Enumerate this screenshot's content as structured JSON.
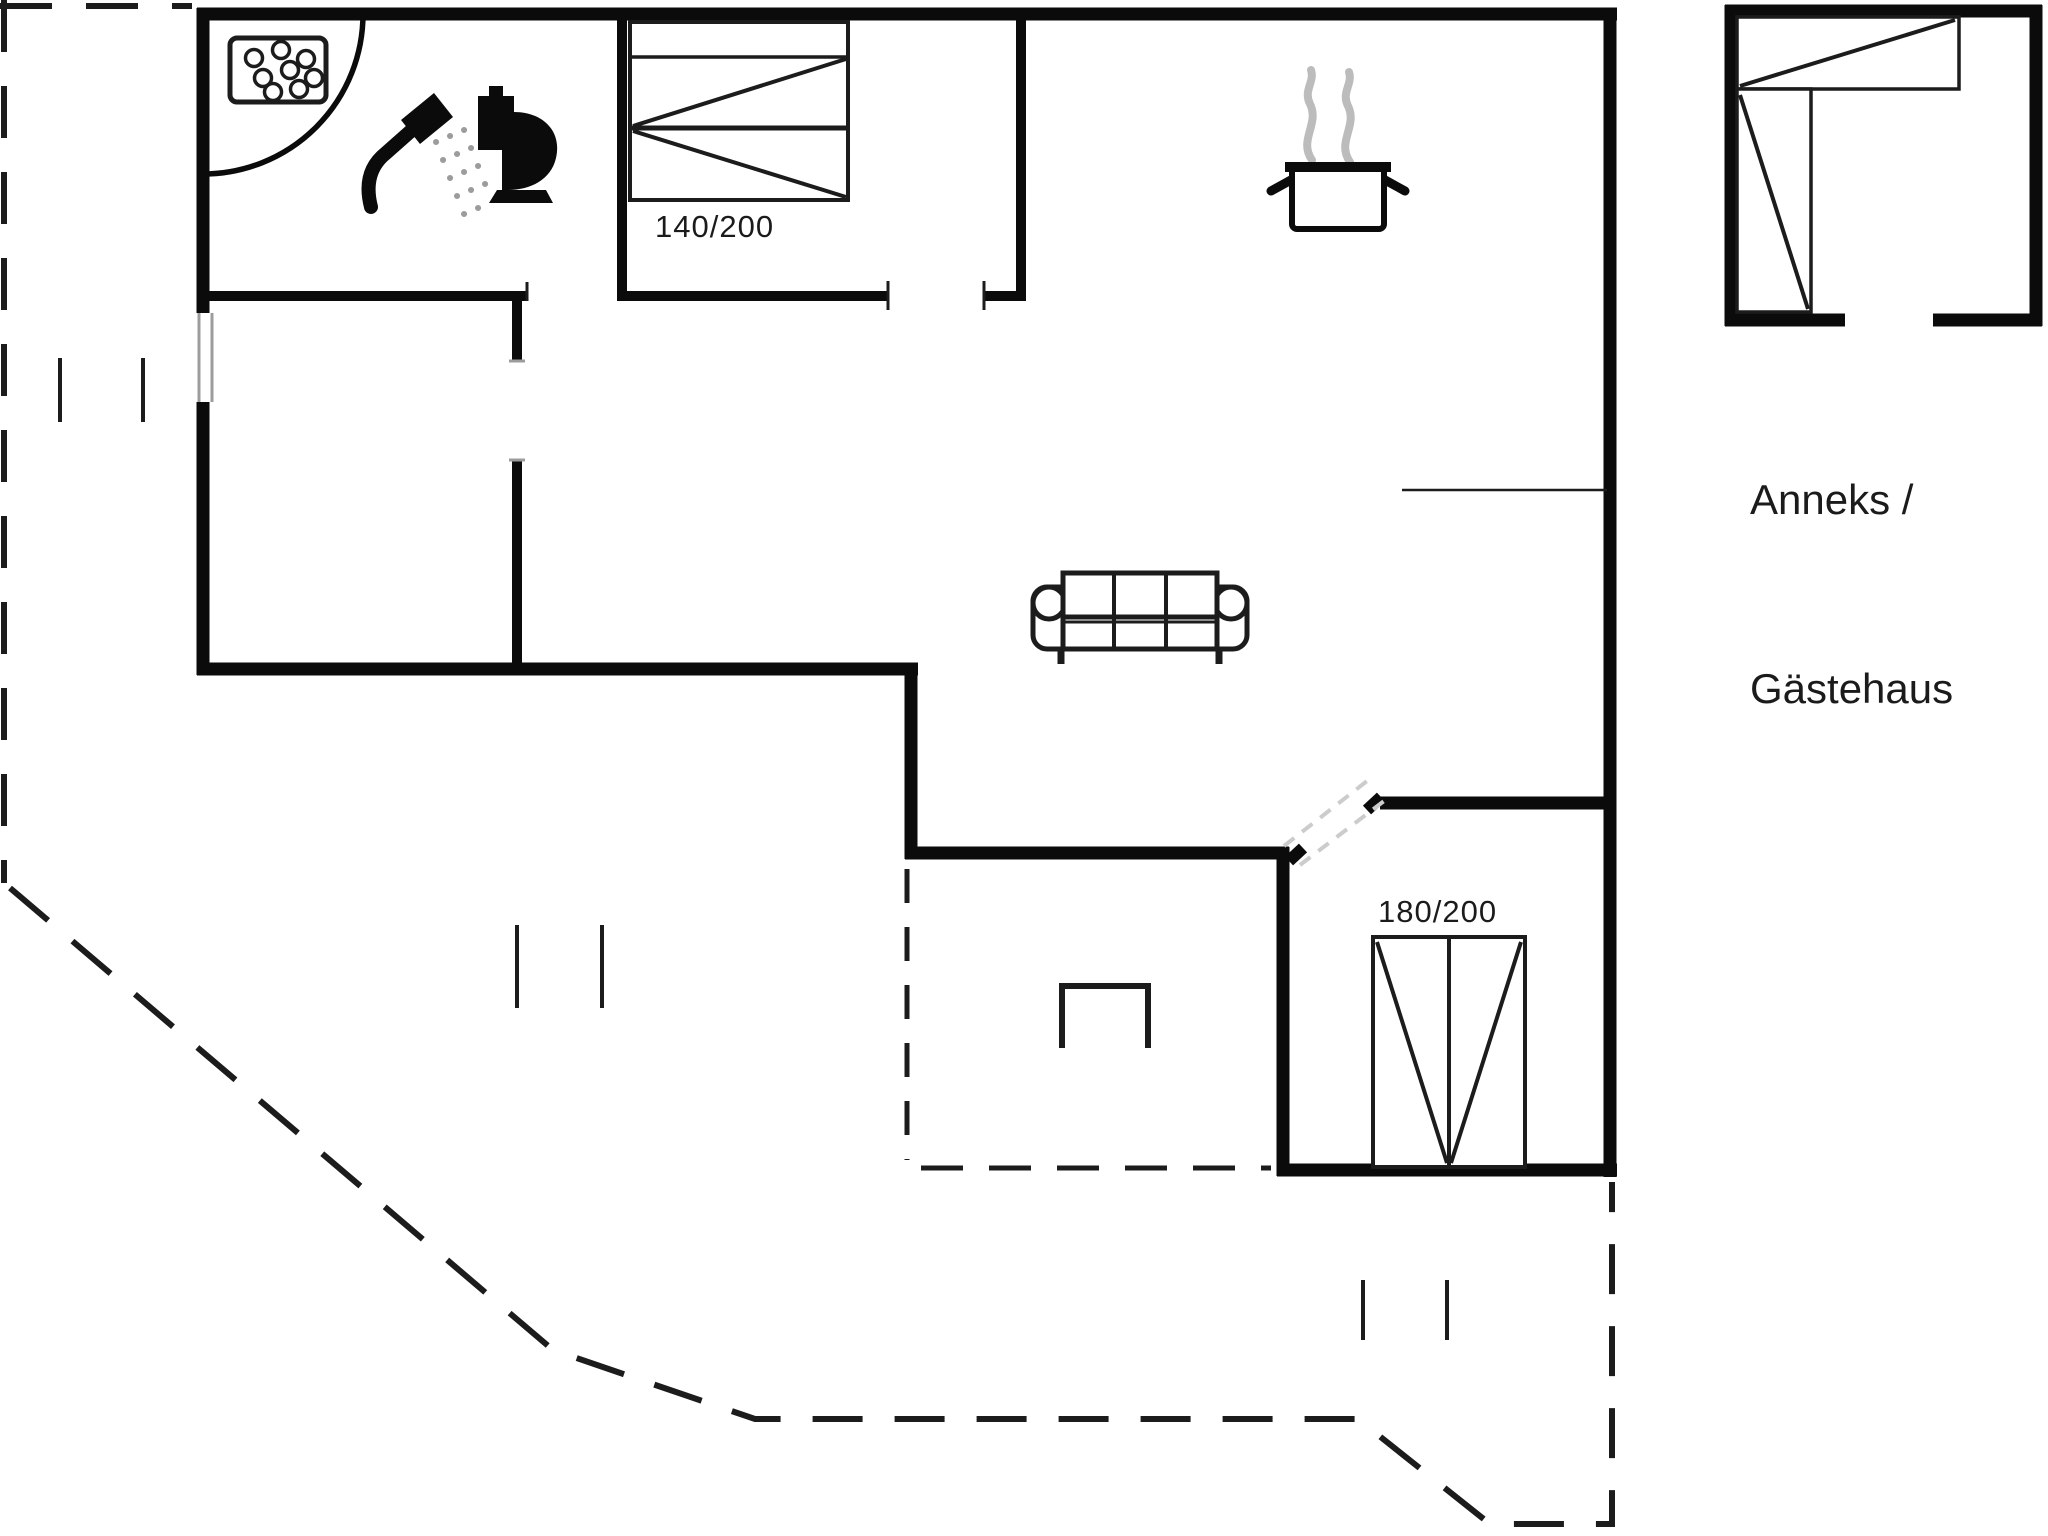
{
  "floorplan": {
    "labels": {
      "bed_top": "140/200",
      "bed_bottom": "180/200",
      "annex_line1": "Anneks /",
      "annex_line2": "Gästehaus"
    },
    "colors": {
      "background": "#ffffff",
      "wall": "#0b0b0b",
      "line": "#1c1c1c",
      "steam": "#bcbcbc",
      "dash": "#cccccc",
      "window": "#9c9c9c",
      "text": "#1b1b1b"
    },
    "icons": {
      "entry_door": "door-swing-arc-icon",
      "whirlpool": "whirlpool-tub-icon",
      "shower": "handheld-shower-icon",
      "toilet": "toilet-icon",
      "double_bed_top": "double-bed-icon",
      "cooking_pot": "steaming-pot-icon",
      "sofa": "three-seat-sofa-icon",
      "side_table": "table-icon",
      "double_bed_bottom": "double-bed-icon",
      "bedroom_door": "sliding-door-icon",
      "annex_bed_horizontal": "single-bed-icon",
      "annex_bed_vertical": "single-bed-icon"
    }
  }
}
